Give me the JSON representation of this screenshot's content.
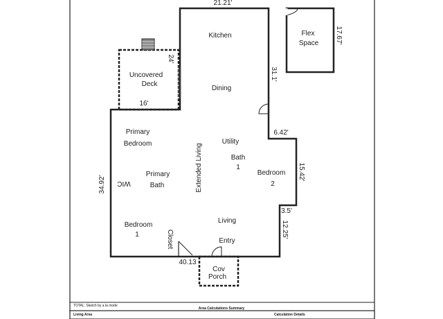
{
  "rooms": {
    "kitchen": "Kitchen",
    "dining": "Dining",
    "uncovered_deck_1": "Uncovered",
    "uncovered_deck_2": "Deck",
    "primary_bedroom_1": "Primary",
    "primary_bedroom_2": "Bedroom",
    "primary_bath_1": "Primary",
    "primary_bath_2": "Bath",
    "wic": "WIC",
    "extended_living": "Extended  Living",
    "utility": "Utility",
    "bath1_1": "Bath",
    "bath1_2": "1",
    "bedroom2_1": "Bedroom",
    "bedroom2_2": "2",
    "bedroom_1": "Bedroom",
    "bedroom_2": "1",
    "closet": "Closet",
    "living": "Living",
    "entry": "Entry",
    "cov_porch_1": "Cov",
    "cov_porch_2": "Porch",
    "flex_space_1": "Flex",
    "flex_space_2": "Space"
  },
  "dimensions": {
    "top": "21.21'",
    "right_upper": "31.1'",
    "deck_width": "16'",
    "deck_height": "24'",
    "left": "34.92'",
    "bottom": "40.13",
    "step_upper": "6.42'",
    "right_middle": "15.42'",
    "step_lower": "3.5'",
    "right_lower": "12.25'",
    "flex_height": "17.67'"
  },
  "footer": {
    "note": "TOTAL: Sketch by a la mode",
    "summary": "Area Calculations Summary",
    "living_area": "Living Area",
    "calc_details": "Calculation Details"
  }
}
